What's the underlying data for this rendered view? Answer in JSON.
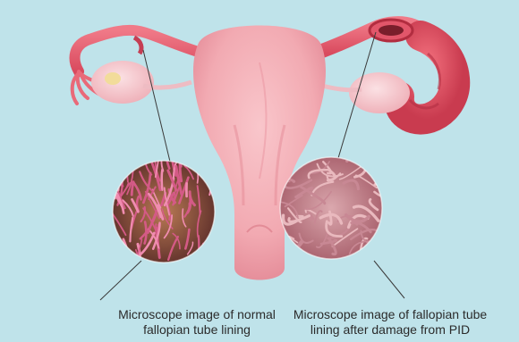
{
  "captions": {
    "normal": {
      "line1": "Microscope image of normal",
      "line2": "fallopian tube lining"
    },
    "damaged": {
      "line1": "Microscope image of fallopian tube",
      "line2": "lining after damage from PID"
    }
  },
  "colors": {
    "background": "#bfe3ea",
    "uterus": "#f2aab2",
    "tube": "#e55b6d",
    "ovary": "#f7c9cf",
    "normal_cilia": "#d45a86",
    "damaged_tissue": "#c88894"
  }
}
